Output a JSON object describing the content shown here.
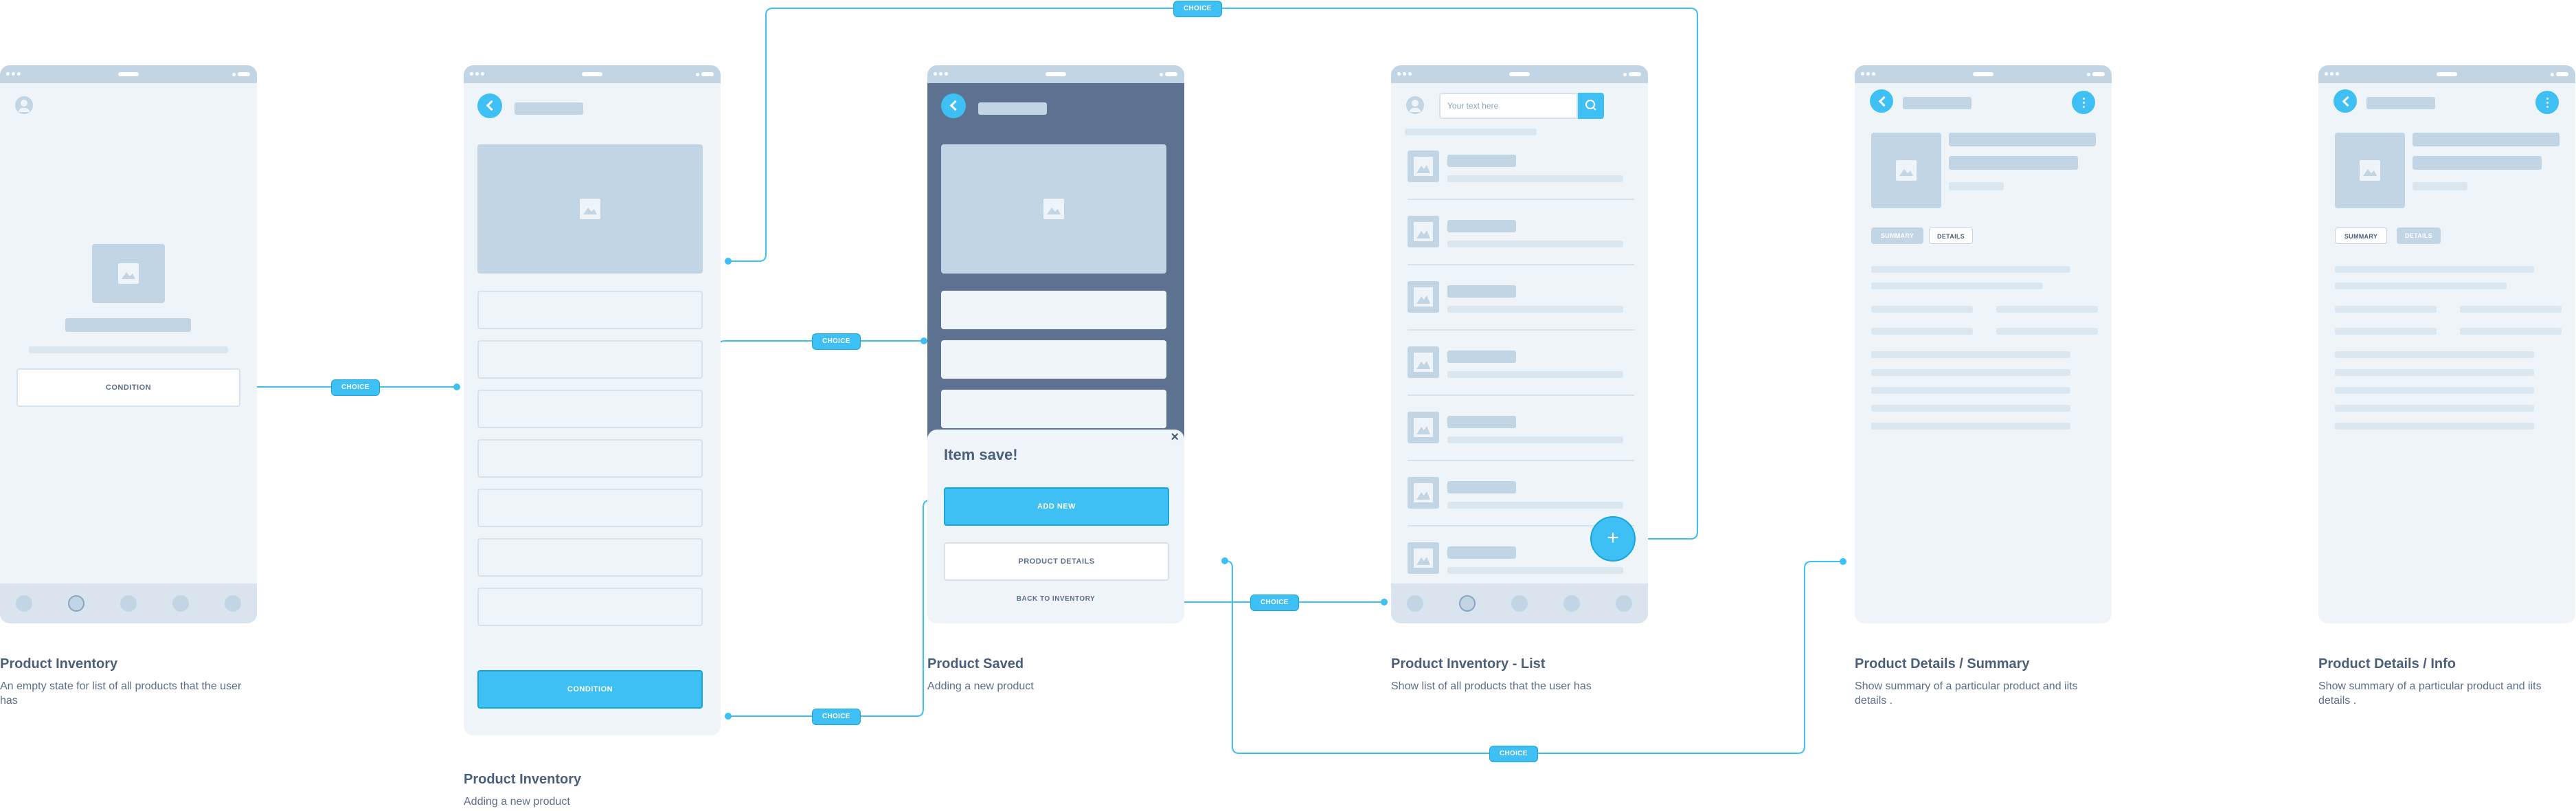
{
  "screens": [
    {
      "title": "Product Inventory",
      "desc": "An empty state for list of all products that the user has",
      "button": "CONDITION"
    },
    {
      "title": "Product Inventory",
      "desc": "Adding a new product",
      "button": "CONDITION"
    },
    {
      "title": "Product Saved",
      "desc": "Adding a new product",
      "modal_title": "Item save!",
      "close": "×",
      "add_new": "ADD NEW",
      "product_details": "PRODUCT DETAILS",
      "back_to_inventory": "BACK TO INVENTORY"
    },
    {
      "title": "Product Inventory - List",
      "desc": "Show list of all products that the user has",
      "search_placeholder": "Your text here",
      "fab": "+"
    },
    {
      "title": "Product Details / Summary",
      "desc": "Show summary of a particular product and iits details .",
      "tab_summary": "SUMMARY",
      "tab_details": "DETAILS"
    },
    {
      "title": "Product Details / Info",
      "desc": "Show summary of a particular product and iits details .",
      "tab_summary": "SUMMARY",
      "tab_details": "DETAILS"
    }
  ],
  "connectors": {
    "choice_label": "CHOICE"
  },
  "colors": {
    "accent": "#3ec0f4",
    "accent_border": "#1ba5de",
    "placeholder": "#c2d5e5",
    "screen_bg": "#eff4f8",
    "modal_overlay": "#5d7290",
    "title_text": "#4a5f7b"
  }
}
